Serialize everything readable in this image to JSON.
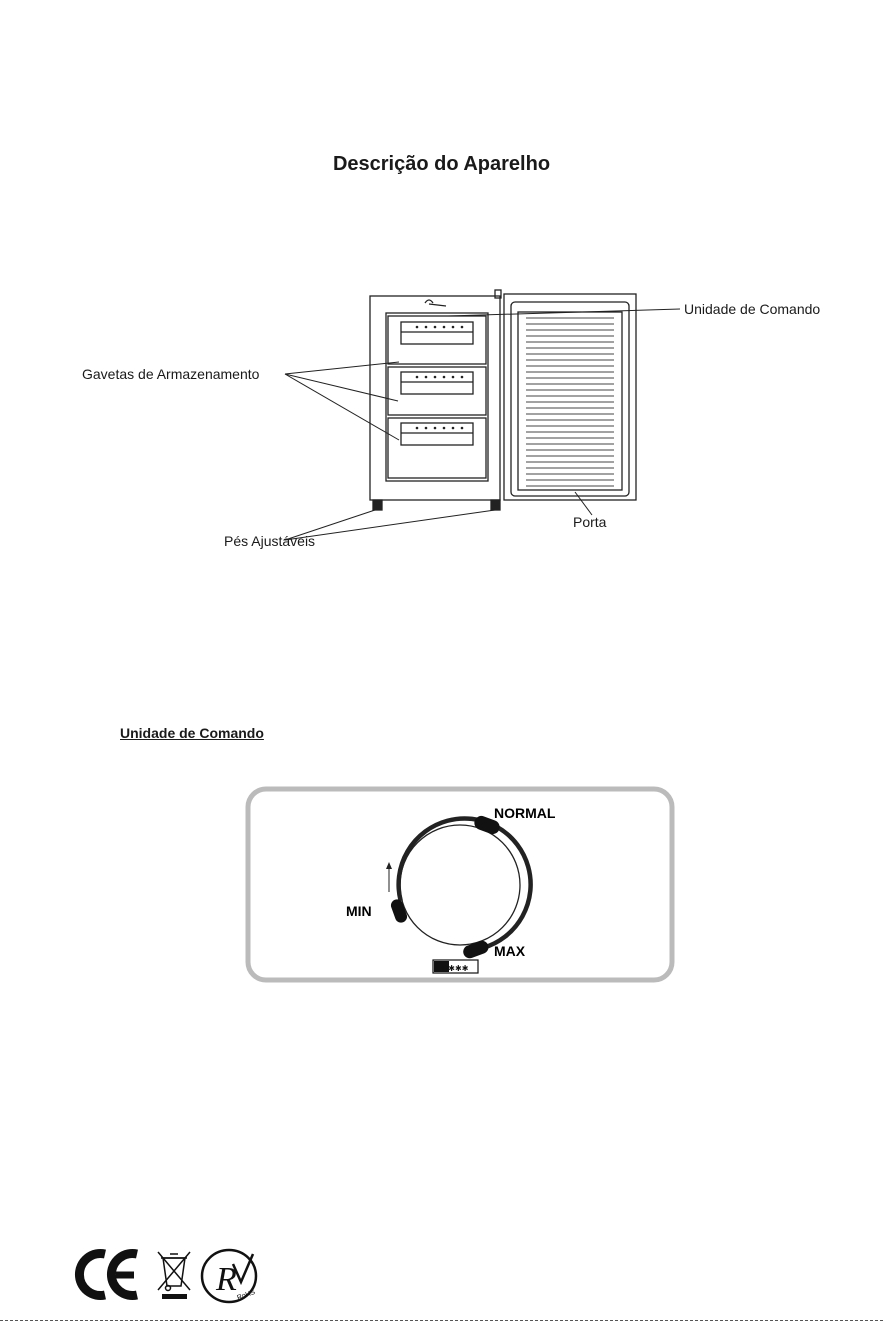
{
  "page": {
    "title": "Descrição do Aparelho",
    "section_heading": "Unidade de Comando"
  },
  "appliance_diagram": {
    "callouts": {
      "control_unit": "Unidade de Comando",
      "drawers": "Gavetas de Armazenamento",
      "feet": "Pés Ajustáveis",
      "door": "Porta"
    }
  },
  "control_dial": {
    "label_normal": "NORMAL",
    "label_min": "MIN",
    "label_max": "MAX",
    "freezer_badge": "✱✱✱✱"
  },
  "compliance_marks": {
    "ce": "CE",
    "rohs": "RoHS",
    "weee_icon": "crossed-out-wheelie-bin-icon",
    "r_icon": "r-circle-icon"
  }
}
